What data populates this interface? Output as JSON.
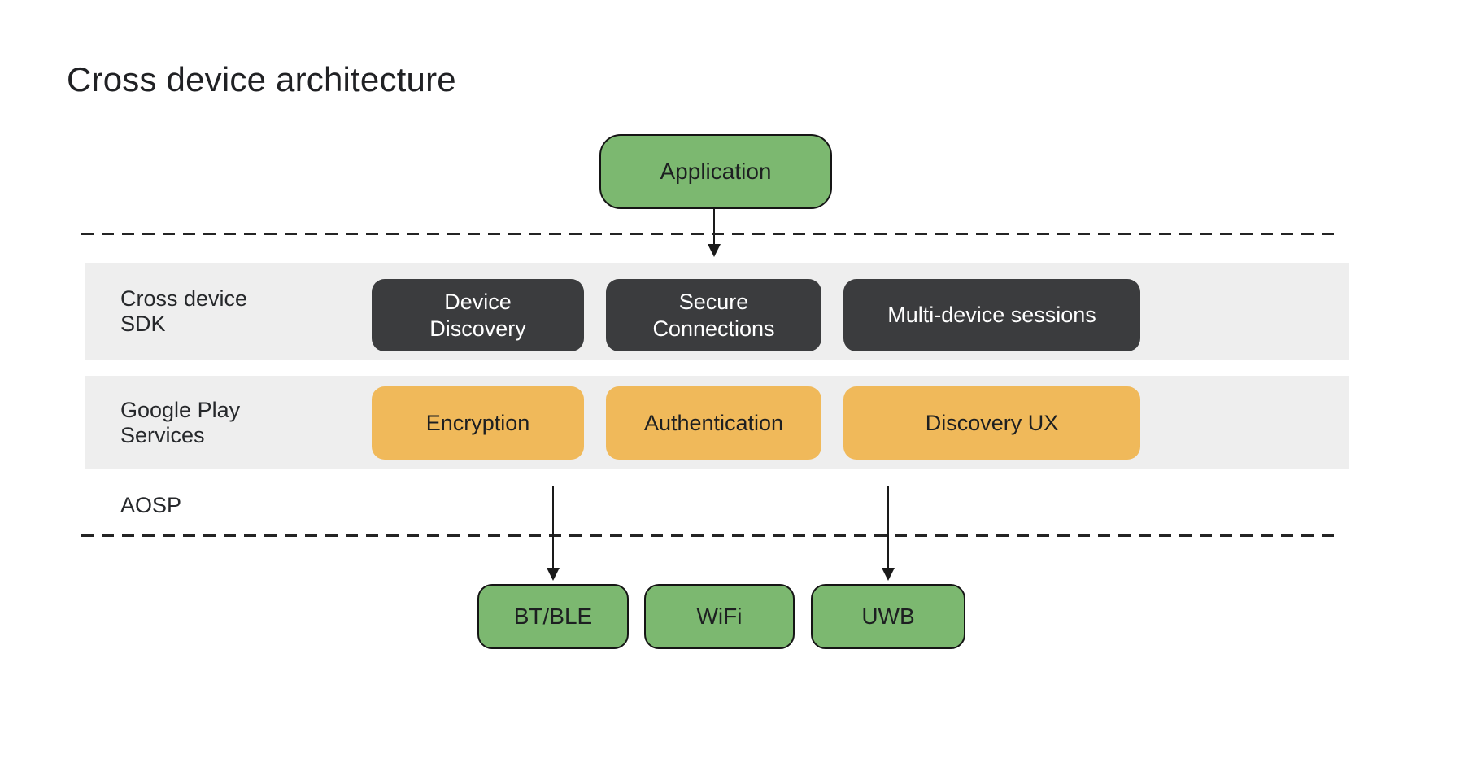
{
  "title": "Cross device architecture",
  "colors": {
    "green": "#7CB870",
    "dark_box": "#3B3C3E",
    "amber": "#F0B95A",
    "band_bg": "#EEEEEE",
    "ink": "#202124",
    "box_text_light": "#FFFFFF"
  },
  "application_box": {
    "label": "Application"
  },
  "sdk_band": {
    "label_line1": "Cross device",
    "label_line2": "SDK",
    "boxes": [
      {
        "label_line1": "Device",
        "label_line2": "Discovery"
      },
      {
        "label_line1": "Secure",
        "label_line2": "Connections"
      },
      {
        "label": "Multi-device sessions"
      }
    ]
  },
  "gms_band": {
    "label_line1": "Google Play",
    "label_line2": "Services",
    "boxes": [
      {
        "label": "Encryption"
      },
      {
        "label": "Authentication"
      },
      {
        "label": "Discovery UX"
      }
    ]
  },
  "aosp_band": {
    "label": "AOSP"
  },
  "radio_boxes": [
    {
      "label": "BT/BLE"
    },
    {
      "label": "WiFi"
    },
    {
      "label": "UWB"
    }
  ]
}
